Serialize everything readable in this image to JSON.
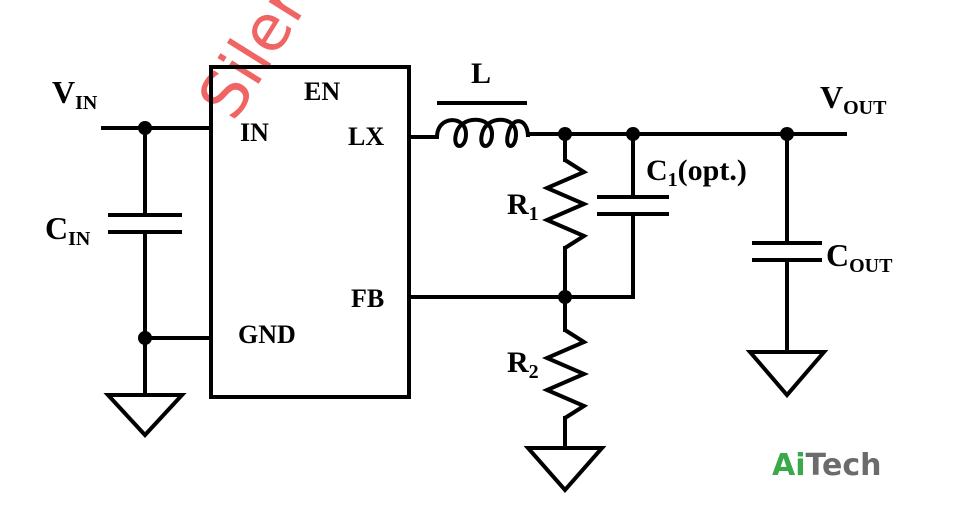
{
  "watermark": "Siler",
  "chip": {
    "pins": {
      "en": "EN",
      "in": "IN",
      "lx": "LX",
      "fb": "FB",
      "gnd": "GND"
    }
  },
  "labels": {
    "vin_main": "V",
    "vin_sub": "IN",
    "vout_main": "V",
    "vout_sub": "OUT",
    "inductor": "L",
    "cin_main": "C",
    "cin_sub": "IN",
    "cout_main": "C",
    "cout_sub": "OUT",
    "r1_main": "R",
    "r1_sub": "1",
    "r2_main": "R",
    "r2_sub": "2",
    "c1_main": "C",
    "c1_sub": "1",
    "c1_suffix": "(opt.)"
  },
  "logo": {
    "part1": "Ai",
    "part2": "Tech",
    "color1": "#3aa94a",
    "color2": "#6b6b6b"
  }
}
